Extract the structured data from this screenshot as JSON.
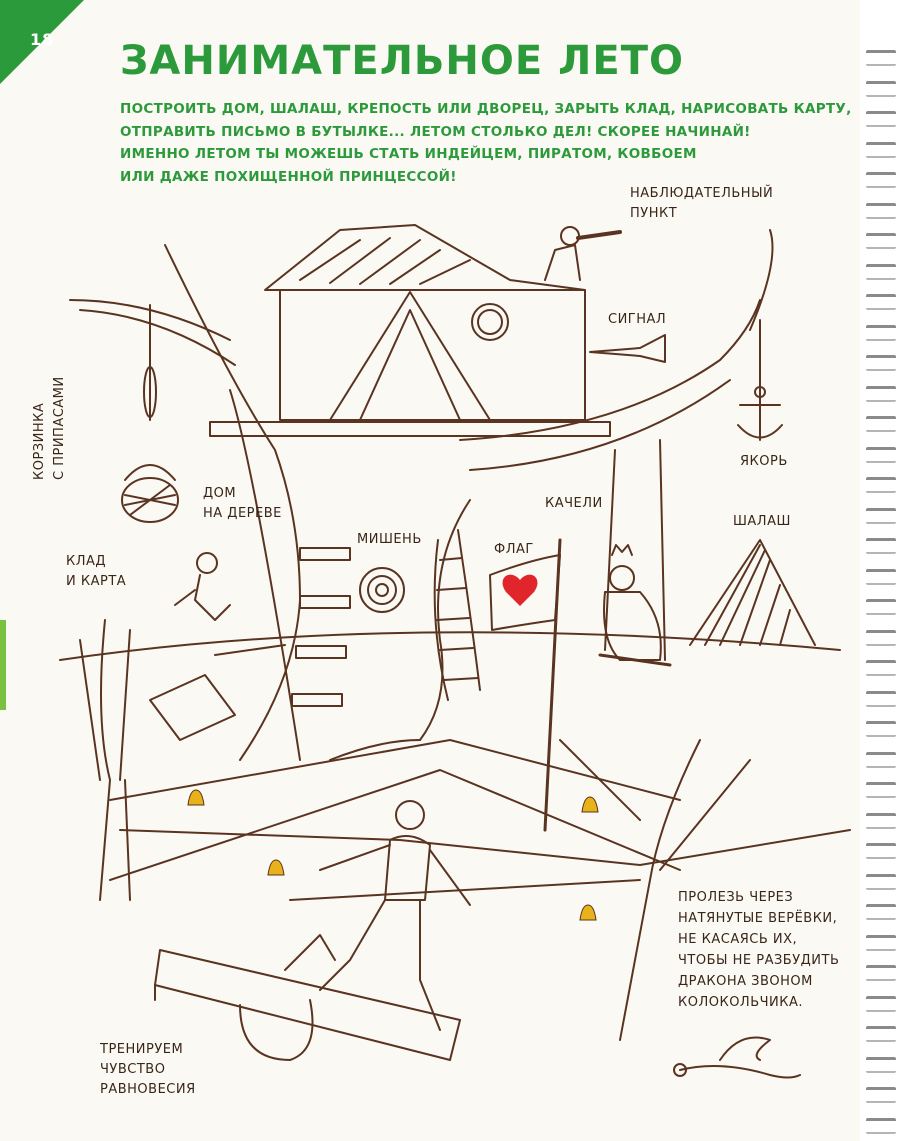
{
  "page_number": "18",
  "title": "ЗАНИМАТЕЛЬНОЕ ЛЕТО",
  "intro_lines": [
    "ПОСТРОИТЬ ДОМ, ШАЛАШ, КРЕПОСТЬ ИЛИ ДВОРЕЦ, ЗАРЫТЬ КЛАД, НАРИСОВАТЬ КАРТУ,",
    "ОТПРАВИТЬ ПИСЬМО В БУТЫЛКЕ... ЛЕТОМ СТОЛЬКО ДЕЛ! СКОРЕЕ НАЧИНАЙ!",
    "ИМЕННО ЛЕТОМ ТЫ МОЖЕШЬ СТАТЬ ИНДЕЙЦЕМ, ПИРАТОМ, КОВБОЕМ",
    "ИЛИ ДАЖЕ ПОХИЩЕННОЙ ПРИНЦЕССОЙ!"
  ],
  "labels": {
    "lookout": [
      "НАБЛЮДАТЕЛЬНЫЙ",
      "ПУНКТ"
    ],
    "signal": "СИГНАЛ",
    "basket": [
      "КОРЗИНКА",
      "С ПРИПАСАМИ"
    ],
    "anchor": "ЯКОРЬ",
    "treehouse": [
      "ДОМ",
      "НА ДЕРЕВЕ"
    ],
    "swing": "КАЧЕЛИ",
    "hut": "ШАЛАШ",
    "target": "МИШЕНЬ",
    "flag": "ФЛАГ",
    "treasure": [
      "КЛАД",
      "И КАРТА"
    ],
    "ropes": [
      "ПРОЛЕЗЬ ЧЕРЕЗ",
      "НАТЯНУТЫЕ ВЕРЁВКИ,",
      "НЕ КАСАЯСЬ ИХ,",
      "ЧТОБЫ НЕ РАЗБУДИТЬ",
      "ДРАКОНА ЗВОНОМ",
      "КОЛОКОЛЬЧИКА."
    ],
    "balance": [
      "ТРЕНИРУЕМ",
      "ЧУВСТВО",
      "РАВНОВЕСИЯ"
    ]
  },
  "colors": {
    "accent_green": "#2c9a3b",
    "ink": "#5a3420",
    "heart": "#e0252b",
    "bell": "#e8b21a"
  }
}
